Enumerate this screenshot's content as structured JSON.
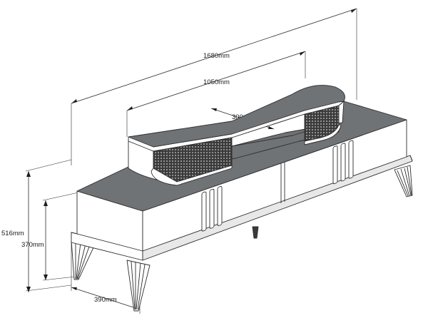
{
  "dimensions": {
    "total_width": "1680mm",
    "shelf_width": "1050mm",
    "shelf_depth": "300mm",
    "cabinet_depth": "370mm",
    "total_height": "516mm",
    "cabinet_height": "370mm",
    "leg_span": "390mm"
  },
  "colors": {
    "top_surface": "#6f7376",
    "panel_front": "#ffffff",
    "outline": "#2c2c2c",
    "mesh_grille": "#2a2a2a"
  }
}
